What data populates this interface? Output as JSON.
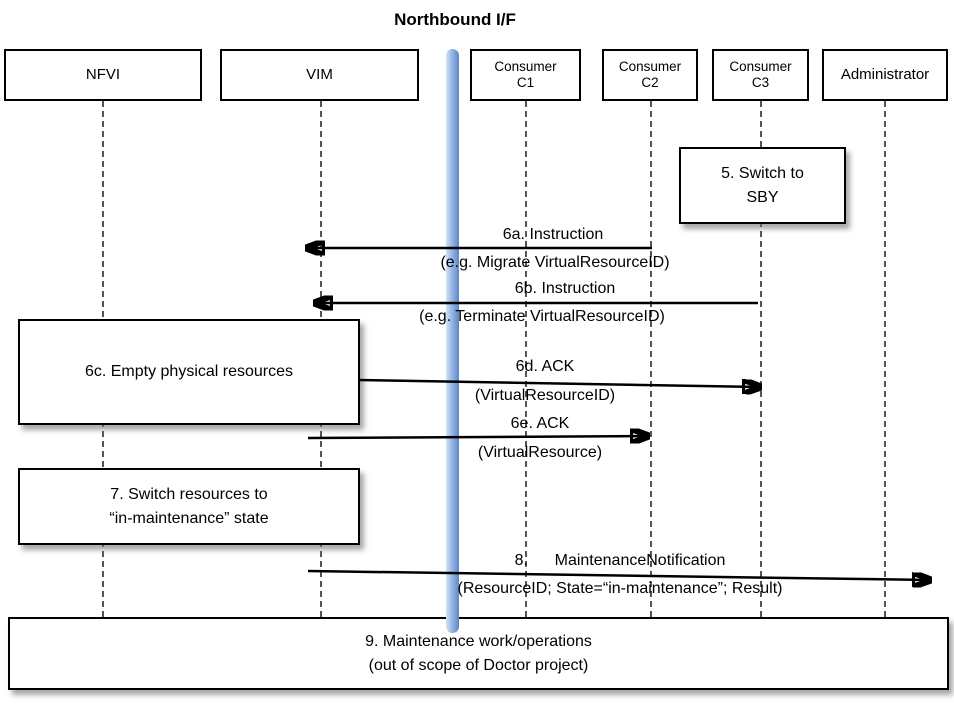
{
  "title": "Northbound I/F",
  "actors": [
    {
      "label": "NFVI"
    },
    {
      "label": "VIM"
    },
    {
      "label": "Consumer\nC1"
    },
    {
      "label": "Consumer\nC2"
    },
    {
      "label": "Consumer\nC3"
    },
    {
      "label": "Administrator"
    }
  ],
  "notes": {
    "note5": "5. Switch to\nSBY",
    "note6c": "6c. Empty physical resources",
    "note7": "7. Switch resources to\n“in-maintenance” state",
    "note9": "9. Maintenance work/operations\n(out of scope of Doctor project)"
  },
  "messages": {
    "m6a": {
      "label": "6a. Instruction",
      "detail": "(e.g. Migrate VirtualResourceID)"
    },
    "m6b": {
      "label": "6b. Instruction",
      "detail": "(e.g. Terminate VirtualResourceID)"
    },
    "m6d": {
      "label": "6d. ACK",
      "detail": "(VirtualResourceID)"
    },
    "m6e": {
      "label": "6e. ACK",
      "detail": "(VirtualResource)"
    },
    "m8": {
      "label": "8.      MaintenanceNotification",
      "detail": "(ResourceID; State=“in-maintenance”; Result)"
    }
  },
  "colors": {
    "bar_light": "#d4e2f5",
    "bar_dark": "#5b86c6",
    "border": "#000000"
  }
}
